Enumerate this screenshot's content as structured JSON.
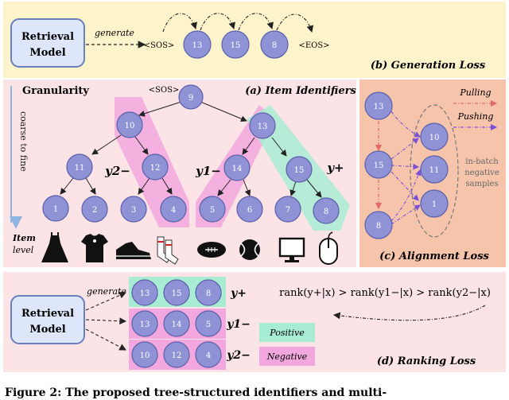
{
  "panel_b": {
    "model_title_line1": "Retrieval",
    "model_title_line2": "Model",
    "generate_label": "generate",
    "sos": "<SOS>",
    "eos": "<EOS>",
    "tokens": [
      "13",
      "15",
      "8"
    ],
    "caption": "(b) Generation Loss"
  },
  "panel_a": {
    "granularity": "Granularity",
    "coarse_to_fine": "coarse to fine",
    "sos": "<SOS>",
    "caption": "(a) Item Identifiers",
    "root": "9",
    "level1": [
      "10",
      "13"
    ],
    "level2": [
      "11",
      "12",
      "14",
      "15"
    ],
    "level3": [
      "1",
      "2",
      "3",
      "4",
      "5",
      "6",
      "7",
      "8"
    ],
    "y2_label": "y2−",
    "y1_label": "y1−",
    "yplus_label": "y+",
    "item_level_line1": "Item",
    "item_level_line2": "level",
    "item_icons": [
      "dress-icon",
      "tshirt-icon",
      "sneaker-icon",
      "socks-icon",
      "football-icon",
      "tennis-ball-icon",
      "monitor-icon",
      "mouse-icon"
    ]
  },
  "panel_c": {
    "nodes_left": [
      "13",
      "15",
      "8"
    ],
    "nodes_right": [
      "10",
      "11",
      "1"
    ],
    "pulling": "Pulling",
    "pushing": "Pushing",
    "negatives_line1": "in-batch",
    "negatives_line2": "negative",
    "negatives_line3": "samples",
    "caption": "(c) Alignment Loss"
  },
  "panel_d": {
    "model_title_line1": "Retrieval",
    "model_title_line2": "Model",
    "generate_label": "generate",
    "rows": [
      [
        "13",
        "15",
        "8"
      ],
      [
        "13",
        "14",
        "5"
      ],
      [
        "10",
        "12",
        "4"
      ]
    ],
    "row_labels": [
      "y+",
      "y1−",
      "y2−"
    ],
    "positive": "Positive",
    "negative": "Negative",
    "rank_text": "rank(y+|x) > rank(y1−|x) > rank(y2−|x)",
    "caption": "(d) Ranking Loss"
  },
  "figure_caption": "Figure 2: The proposed tree-structured identifiers and multi-",
  "colors": {
    "node_fill": "#8f93d6",
    "node_stroke": "#5b5fa8",
    "yellow_panel": "#fdf4cc",
    "pink_panel": "#fbe3e6",
    "salmon_panel": "#f6c3ab",
    "pink_band": "#f2a8de",
    "green_band": "#a8ecd3",
    "model_fill": "#dde6fa",
    "model_stroke": "#6b7fbf",
    "pulling": "#e06a6a",
    "pushing": "#7b4fd8"
  }
}
